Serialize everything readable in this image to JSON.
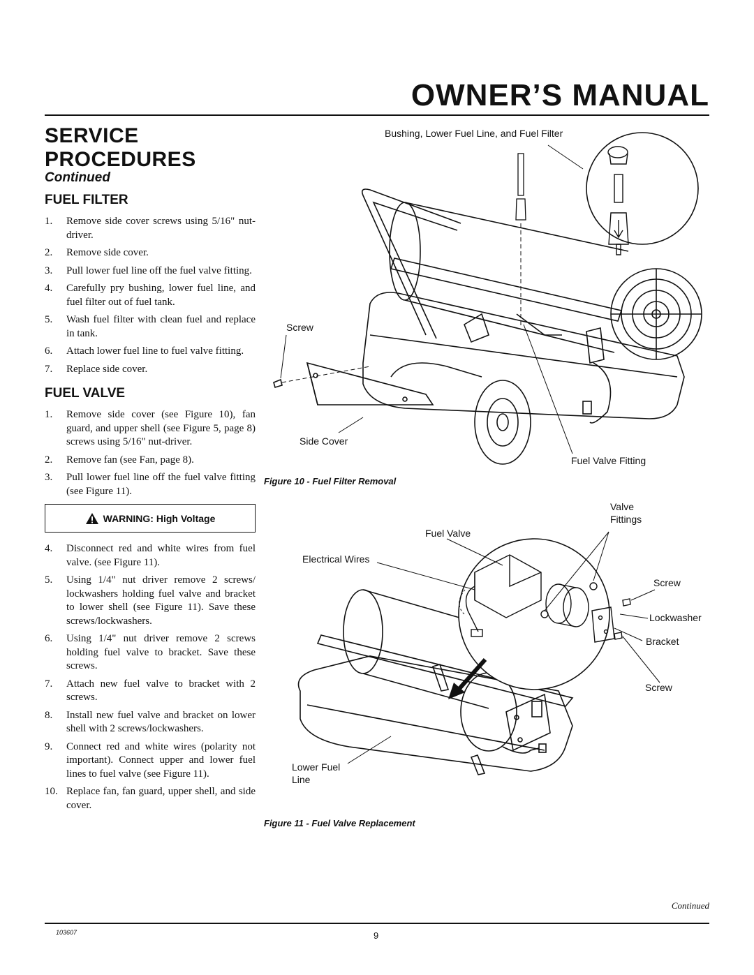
{
  "header": {
    "title": "OWNER’S MANUAL"
  },
  "section": {
    "title_line1": "SERVICE",
    "title_line2": "PROCEDURES",
    "continued": "Continued"
  },
  "fuel_filter": {
    "heading": "FUEL FILTER",
    "steps": [
      {
        "num": "1.",
        "text": "Remove side cover screws using 5/16\" nut-driver."
      },
      {
        "num": "2.",
        "text": "Remove side cover."
      },
      {
        "num": "3.",
        "text": "Pull lower fuel line off the fuel valve fitting."
      },
      {
        "num": "4.",
        "text": "Carefully pry bushing, lower fuel line, and fuel filter out of fuel tank."
      },
      {
        "num": "5.",
        "text": "Wash fuel filter with clean fuel and replace in tank."
      },
      {
        "num": "6.",
        "text": "Attach lower fuel line to fuel valve fitting."
      },
      {
        "num": "7.",
        "text": "Replace side cover."
      }
    ]
  },
  "fuel_valve": {
    "heading": "FUEL VALVE",
    "steps_a": [
      {
        "num": "1.",
        "text": "Remove side cover (see Figure 10), fan guard, and upper shell (see Figure 5, page 8) screws using 5/16\" nut-driver."
      },
      {
        "num": "2.",
        "text": "Remove fan (see Fan, page 8)."
      },
      {
        "num": "3.",
        "text": "Pull lower fuel line off the fuel valve fitting (see Figure 11)."
      }
    ],
    "warning": "WARNING: High Voltage",
    "steps_b": [
      {
        "num": "4.",
        "text": "Disconnect red and white wires from fuel valve. (see Figure 11)."
      },
      {
        "num": "5.",
        "text": "Using 1/4\" nut driver remove 2 screws/ lockwashers holding fuel valve and bracket to lower shell (see Figure 11). Save these screws/lockwashers."
      },
      {
        "num": "6.",
        "text": "Using 1/4\" nut driver remove 2 screws holding fuel valve to bracket. Save these screws."
      },
      {
        "num": "7.",
        "text": "Attach new fuel valve to bracket with 2 screws."
      },
      {
        "num": "8.",
        "text": "Install new fuel valve and bracket on lower shell with 2 screws/lockwashers."
      },
      {
        "num": "9.",
        "text": "Connect red and white wires (polarity not important). Connect upper and lower fuel lines to fuel valve (see Figure 11)."
      },
      {
        "num": "10.",
        "text": "Replace fan, fan guard, upper shell, and side cover."
      }
    ]
  },
  "figure10": {
    "caption": "Figure 10 - Fuel Filter Removal",
    "labels": {
      "bushing": "Bushing, Lower Fuel Line, and Fuel Filter",
      "screw": "Screw",
      "side_cover": "Side Cover",
      "fuel_valve_fitting": "Fuel Valve Fitting"
    }
  },
  "figure11": {
    "caption": "Figure 11 - Fuel Valve Replacement",
    "labels": {
      "valve_fittings_1": "Valve",
      "valve_fittings_2": "Fittings",
      "fuel_valve": "Fuel Valve",
      "electrical_wires": "Electrical Wires",
      "screw_top": "Screw",
      "lockwasher": "Lockwasher",
      "bracket": "Bracket",
      "screw_bottom": "Screw",
      "lower_fuel_1": "Lower Fuel",
      "lower_fuel_2": "Line"
    }
  },
  "footer": {
    "continued": "Continued",
    "doc_number": "103607",
    "page": "9"
  }
}
